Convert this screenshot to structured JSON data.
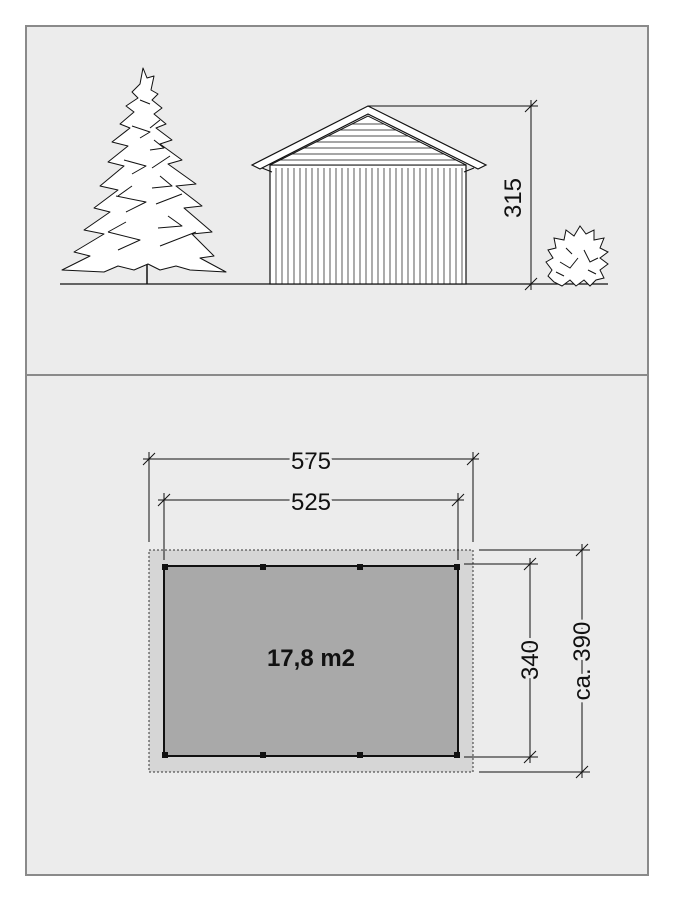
{
  "elevation": {
    "height_label": "315"
  },
  "plan": {
    "outer_width_label": "575",
    "inner_width_label": "525",
    "inner_depth_label": "340",
    "outer_depth_label": "ca. 390",
    "area_label": "17,8 m2"
  },
  "colors": {
    "panel_background": "#ececec",
    "panel_border": "#8a8a8a",
    "floor_fill": "#a9a9a9",
    "line": "#111111"
  }
}
